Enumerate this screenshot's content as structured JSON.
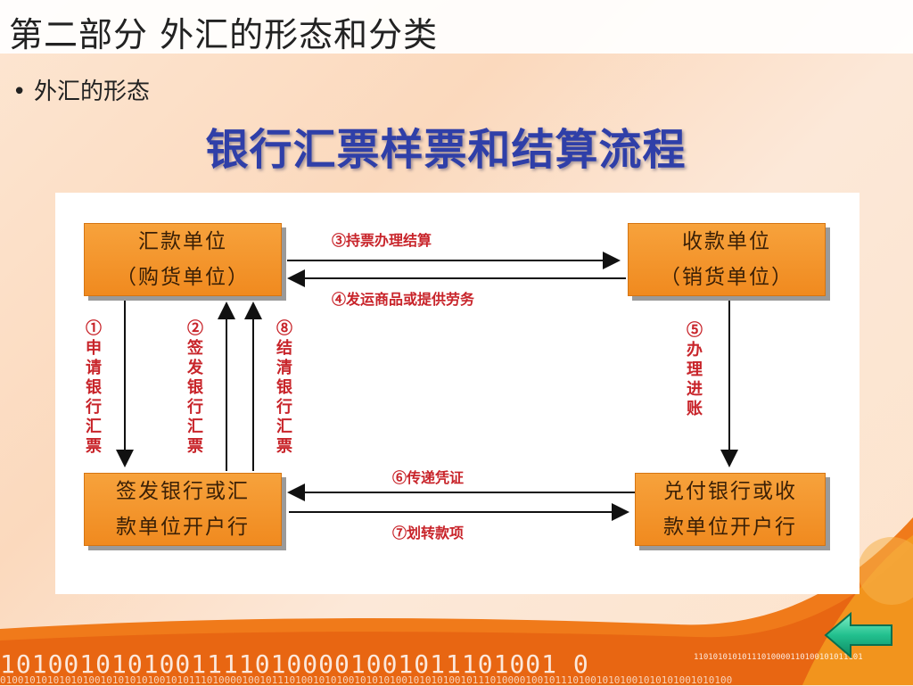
{
  "slide": {
    "title": "第二部分  外汇的形态和分类",
    "bullet": "外汇的形态",
    "heading": "银行汇票样票和结算流程"
  },
  "diagram": {
    "boxes": {
      "remitter_line1": "汇款单位",
      "remitter_line2": "（购货单位）",
      "payee_line1": "收款单位",
      "payee_line2": "（销货单位）",
      "issuing_bank_line1": "签发银行或汇",
      "issuing_bank_line2": "款单位开户行",
      "paying_bank_line1": "兑付银行或收",
      "paying_bank_line2": "款单位开户行"
    },
    "steps": {
      "s1": "①申请银行汇票",
      "s2": "②签发银行汇票",
      "s3": "③持票办理结算",
      "s4": "④发运商品或提供劳务",
      "s5": "⑤办理进账",
      "s6": "⑥传递凭证",
      "s7": "⑦划转款项",
      "s8": "⑧结清银行汇票"
    }
  },
  "footer": {
    "binary_large": "10100101010011110100001001011101001 0",
    "binary_small": "11010101010111010000110100101011101",
    "binary_tiny": "0100101010101010010101010100101011101000010010111010010101001010101001010101001011101000010010111010010101001010101001010100"
  },
  "colors": {
    "heading": "#2f3fa8",
    "box_fill": "#f39530",
    "step_label": "#c8242a",
    "nav_button": "#1fb98a"
  },
  "nav": {
    "icon": "left-arrow-icon"
  }
}
